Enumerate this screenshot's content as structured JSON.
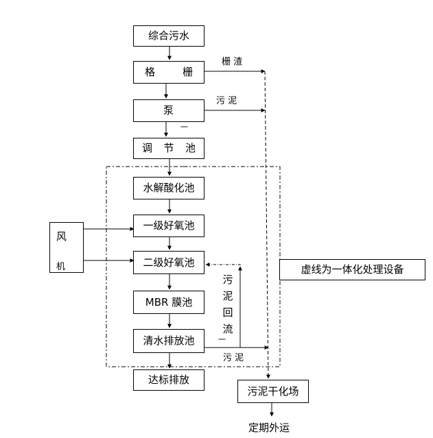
{
  "flow": {
    "wastewater": "综合污水",
    "screen": [
      "格",
      "栅"
    ],
    "pump": "泵",
    "regulating": [
      "调",
      "节",
      "池"
    ],
    "hydrolysis": "水解酸化池",
    "primary_aerobic": "一级好氧池",
    "secondary_aerobic": "二级好氧池",
    "mbr": "MBR 膜池",
    "clear_water": "清水排放池",
    "discharge": "达标排放",
    "sludge_drying": "污泥干化场",
    "outbound": "定期外运"
  },
  "side_labels": {
    "screen_residue": "栅 渣",
    "pump_sludge": "污 泥",
    "clear_sludge": "污 泥",
    "return_chars": [
      "污",
      "泥",
      "回",
      "流"
    ],
    "tick_marks": [
      "一",
      "一",
      "一"
    ]
  },
  "fan": [
    "风",
    "机"
  ],
  "legend": "虚线为一体化处理设备"
}
